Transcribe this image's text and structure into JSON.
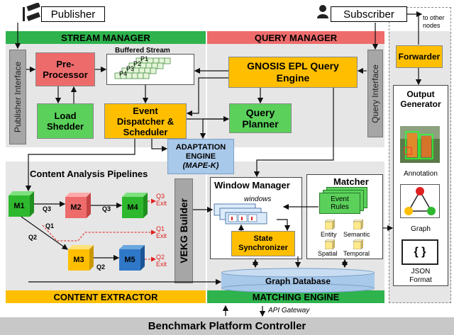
{
  "actors": {
    "publisher": "Publisher",
    "subscriber": "Subscriber",
    "to_other_nodes": "to other nodes"
  },
  "stream_manager": {
    "title": "STREAM MANAGER",
    "publisher_interface": "Publisher Interface",
    "preprocessor": "Pre-Processor",
    "buffered_stream": "Buffered Stream",
    "stream_labels": [
      "P1",
      "P2",
      "P3",
      "P4"
    ],
    "load_shedder": "Load Shedder",
    "event_dispatcher": "Event Dispatcher & Scheduler"
  },
  "query_manager": {
    "title": "QUERY MANAGER",
    "gnosis_engine": "GNOSIS EPL Query Engine",
    "query_planner": "Query Planner",
    "query_interface": "Query Interface"
  },
  "adaptation": {
    "title": "ADAPTATION ENGINE",
    "subtitle": "(MAPE-K)"
  },
  "content_extractor": {
    "title": "CONTENT EXTRACTOR",
    "pipelines_title": "Content Analysis Pipelines",
    "modules": [
      "M1",
      "M2",
      "M3",
      "M4",
      "M5"
    ],
    "edge_labels": {
      "m1_m2": "Q3",
      "m2_m4": "Q3",
      "m1_m3_q1": "Q1",
      "m1_m3_q2": "Q2",
      "m3_m5": "Q2"
    },
    "exits": [
      "Q3 Exit",
      "Q1 Exit",
      "Q2 Exit"
    ],
    "vekg_builder": "VEKG Builder"
  },
  "matching_engine": {
    "title": "MATCHING ENGINE",
    "window_manager": "Window Manager",
    "windows": "windows",
    "state_synchronizer": "State Synchronizer",
    "matcher": "Matcher",
    "event_rules": "Event Rules",
    "rule_types": [
      "Entity",
      "Semantic",
      "Spatial",
      "Temporal"
    ],
    "graph_database": "Graph Database"
  },
  "output": {
    "forwarder": "Forwarder",
    "title": "Output Generator",
    "items": [
      "Annotation",
      "Graph",
      "JSON Format"
    ],
    "json_symbol": "{ }"
  },
  "footer": {
    "api_gateway": "API Gateway",
    "controller": "Benchmark Platform Controller"
  },
  "colors": {
    "stream_header": "#2eb34d",
    "query_header": "#ee6b6b",
    "panel": "#e6e6e6",
    "orange": "#ffbf00",
    "green": "#5bd15b",
    "red": "#ee6b6b",
    "blue": "#a9c9ea",
    "gray": "#a6a6a6",
    "footer_bg": "#c8c8c8"
  },
  "icons": [
    "camera-icon",
    "person-icon",
    "annotation-image",
    "graph-triangle-icon",
    "json-braces-icon"
  ]
}
